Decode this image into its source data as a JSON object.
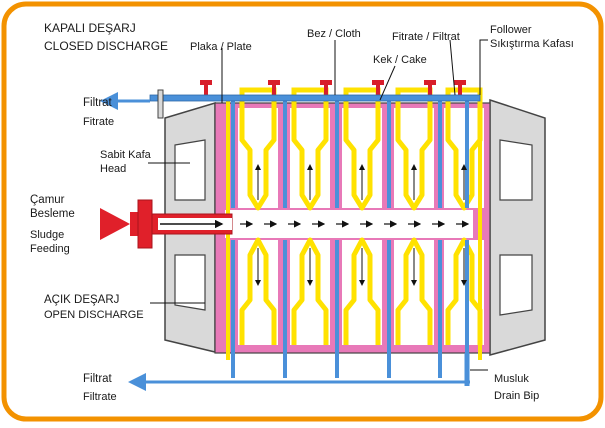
{
  "labels": {
    "closed_tr": "KAPALI DEŞARJ",
    "closed_en": "CLOSED DISCHARGE",
    "plate": "Plaka / Plate",
    "cloth": "Bez / Cloth",
    "cake": "Kek / Cake",
    "filtrate_top": "Fitrate / Filtrat",
    "follower_en": "Follower",
    "follower_tr": "Sıkıştırma Kafası",
    "filtrat_top_tr": "Filtrat",
    "filtrat_top_en": "Fitrate",
    "head_tr": "Sabit Kafa",
    "head_en": "Head",
    "feed_tr1": "Çamur",
    "feed_tr2": "Besleme",
    "feed_en1": "Sludge",
    "feed_en2": "Feeding",
    "open_tr": "AÇIK DEŞARJ",
    "open_en": "OPEN DISCHARGE",
    "filtrat_bot_tr": "Filtrat",
    "filtrat_bot_en": "Filtrate",
    "drain_tr": "Musluk",
    "drain_en": "Drain Bip"
  },
  "colors": {
    "frame": "#f39200",
    "head_fill": "#d9d9d9",
    "plate_fill": "#e879b8",
    "cloth_yellow": "#ffe200",
    "pipe_blue": "#4a90d9",
    "feed_red": "#e0202a",
    "valve_red": "#d81e2a"
  }
}
